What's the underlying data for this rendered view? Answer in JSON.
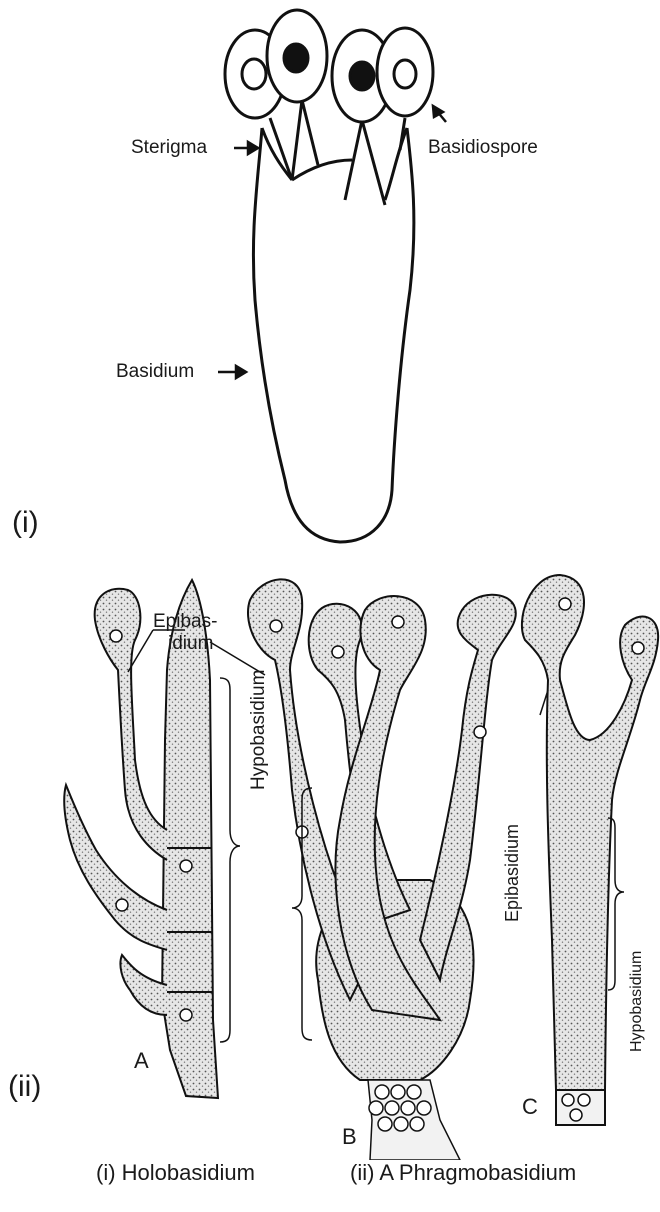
{
  "part_i": {
    "panel_label": "(i)",
    "labels": {
      "sterigma": "Sterigma",
      "basidiospore": "Basidiospore",
      "basidium": "Basidium"
    }
  },
  "part_ii": {
    "panel_label": "(ii)",
    "labels": {
      "epibasidium_split_line1": "Epibas-",
      "epibasidium_split_line2": "idium",
      "hypobasidium": "Hypobasidium",
      "epibasidium": "Epibasidium",
      "hypobasidium_c": "Hypobasidium"
    },
    "figure_letters": [
      "A",
      "B",
      "C"
    ]
  },
  "captions": {
    "left": "(i) Holobasidium",
    "right": "(ii) A Phragmobasidium"
  }
}
